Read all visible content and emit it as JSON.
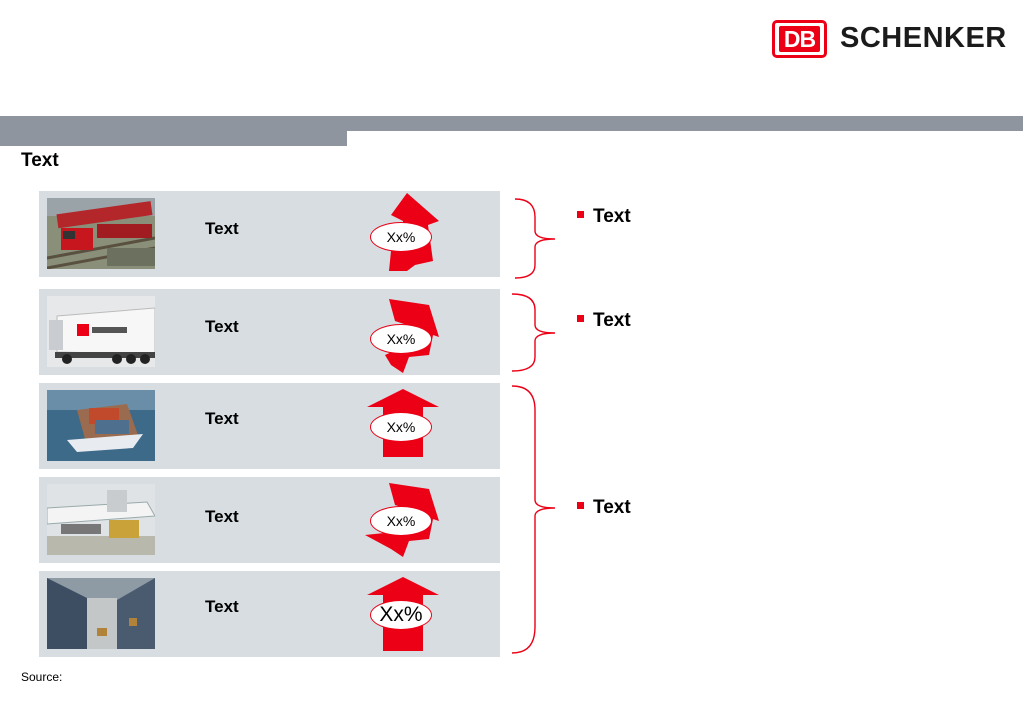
{
  "logo": {
    "db": "DB",
    "brand": "SCHENKER"
  },
  "title": "Text",
  "rows": [
    {
      "label": "Text",
      "percent": "Xx%",
      "image": "rail-freight-train-image",
      "trend": "up-down"
    },
    {
      "label": "Text",
      "percent": "Xx%",
      "image": "db-schenker-truck-image",
      "trend": "up-down"
    },
    {
      "label": "Text",
      "percent": "Xx%",
      "image": "container-ship-image",
      "trend": "up"
    },
    {
      "label": "Text",
      "percent": "Xx%",
      "image": "air-cargo-plane-image",
      "trend": "up-down"
    },
    {
      "label": "Text",
      "percent": "Xx%",
      "image": "warehouse-image",
      "trend": "up"
    }
  ],
  "bullets": [
    "Text",
    "Text",
    "Text"
  ],
  "source": "Source:",
  "colors": {
    "accent": "#ec0016",
    "bar": "#8f959e",
    "row": "#d8dde1"
  }
}
